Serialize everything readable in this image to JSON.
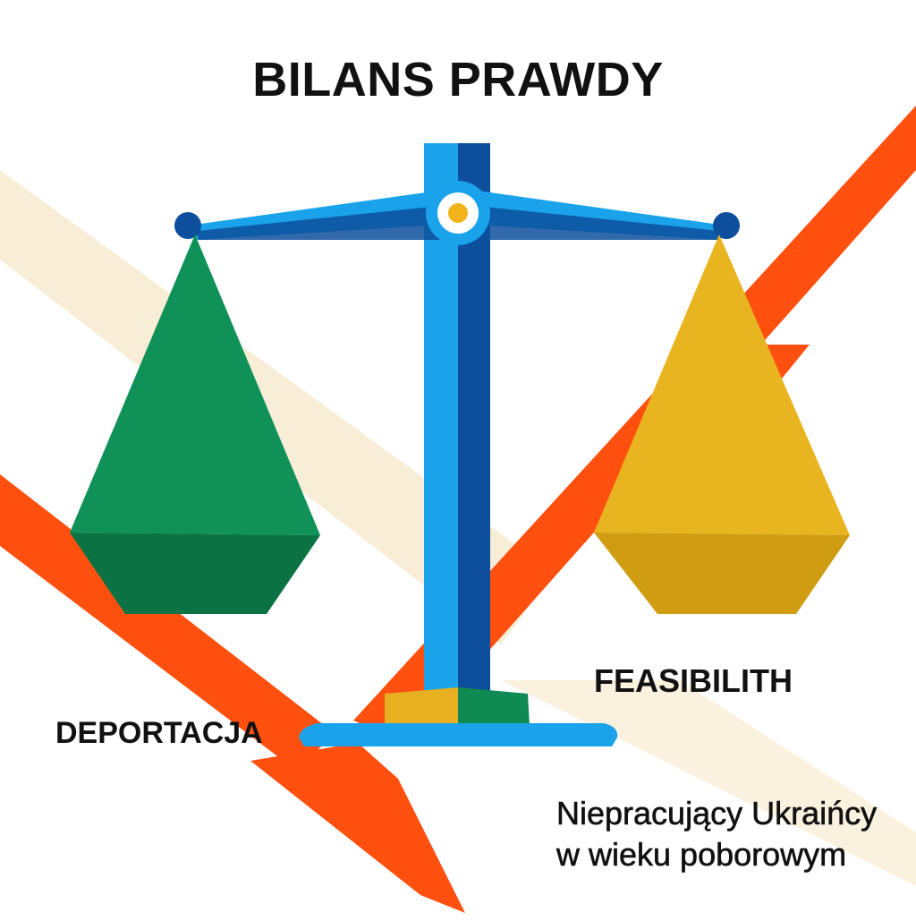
{
  "title": "BILANS PRAWDY",
  "left_pan": {
    "label": "DEPORTACJA",
    "color": "#0f9158"
  },
  "right_pan": {
    "label": "FEASIBILITH",
    "color": "#e6b020"
  },
  "caption": {
    "line1": "Niepracujący Ukraińcy",
    "line2": "w wieku poborowym"
  },
  "colors": {
    "scale_light": "#1aa3ea",
    "scale_dark": "#0d4f9c",
    "arrow": "#ff5010",
    "pivot_dot": "#f0b41a",
    "shadow": "#f3dfb4"
  },
  "icons": [
    "balance-scale-icon",
    "down-arrow-icon",
    "up-arrow-icon"
  ]
}
